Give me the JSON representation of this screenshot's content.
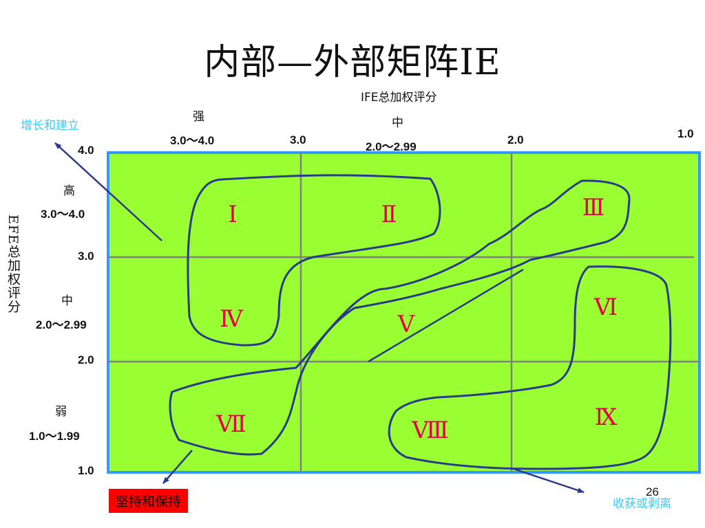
{
  "title": "内部—外部矩阵IE",
  "ife": {
    "axis_label": "IFE总加权评分",
    "strong_label": "强",
    "strong_range": "3.0～4.0",
    "mid_label": "中",
    "mid_range": "2.0～2.99",
    "tick_40": "4.0",
    "tick_30": "3.0",
    "tick_20": "2.0",
    "tick_10": "1.0"
  },
  "efe": {
    "axis_label": "EFE总加权评分",
    "high_label": "高",
    "high_range": "3.0～4.0",
    "mid_label": "中",
    "mid_range": "2.0～2.99",
    "low_label": "弱",
    "low_range": "1.0～1.99",
    "tick_40": "4.0",
    "tick_30": "3.0",
    "tick_20": "2.0",
    "tick_10": "1.0"
  },
  "cells": [
    "Ⅰ",
    "Ⅱ",
    "Ⅲ",
    "Ⅳ",
    "Ⅴ",
    "Ⅵ",
    "Ⅶ",
    "Ⅷ",
    "Ⅸ"
  ],
  "strategies": {
    "grow": "增长和建立",
    "hold": "坚持和保持",
    "harvest": "收获或剥离"
  },
  "page_number": "26",
  "colors": {
    "matrix_fill": "#99ff33",
    "matrix_border": "#3399ff",
    "grid_line": "#808080",
    "region_outline": "#2a3a8a",
    "arrow": "#2a3a8a",
    "numeral": "#e6004c",
    "strategy_label": "#33ccff",
    "hold_box": "#ff0000"
  }
}
